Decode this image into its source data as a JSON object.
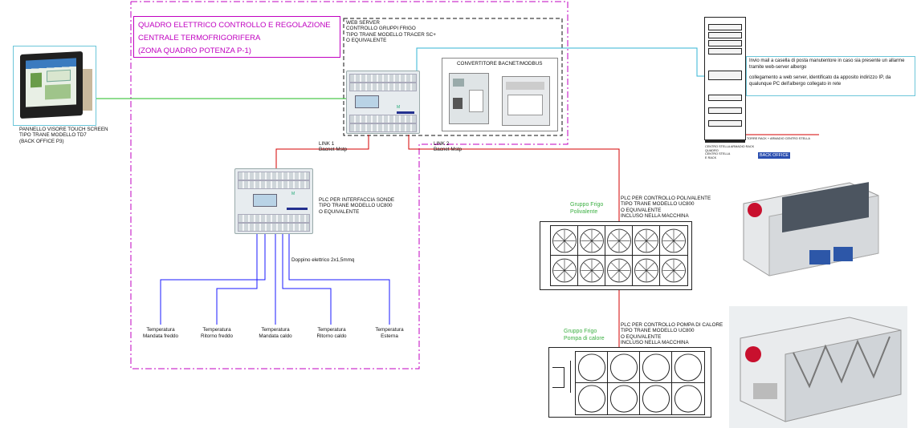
{
  "title_box": {
    "lines": [
      "QUADRO ELETTRICO CONTROLLO E REGOLAZIONE",
      "CENTRALE TERMOFRIGORIFERA",
      "(ZONA QUADRO POTENZA P-1)"
    ]
  },
  "touch_panel": {
    "caption": "PANNELLO VISORE TOUCH SCREEN\nTIPO TRANE MODELLO TD7\n(BACK OFFICE P3)"
  },
  "web_server": {
    "caption": "WEB SERVER\nCONTROLLO GRUPPI FRIGO\nTIPO TRANE MODELLO TRACER SC+\nO EQUIVALENTE"
  },
  "converter": {
    "caption": "CONVERTITORE BACNET/MODBUS"
  },
  "links": {
    "link1": "LINK 1\nBacnet Mstp",
    "link2": "LINK 2\nBacnet Mstp"
  },
  "plc_sonde": {
    "caption": "PLC PER INTERFACCIA SONDE\nTIPO TRANE MODELLO UC800\nO EQUIVALENTE",
    "doppino": "Doppino elettrico 2x1,5mmq"
  },
  "sensors": [
    "Temperatura\nMandata freddo",
    "Temperatura\nRitorno freddo",
    "Temperatura\nMandata caldo",
    "Temperatura\nRitorno caldo",
    "Temperatura\nEsterna"
  ],
  "rack": {
    "note_line1": "Invio mail a casella di posta manutentore in caso sia presente un allarme tramite web-server albergo",
    "note_line2": "collegamento a web server, identificato da apposito indirizzo IP, da qualunque PC dell'albergo collegato in rete",
    "label_small": "CENTRO STELLA ARMADIO RACK\nQUADRO\nCENTRO STELLA\nE RACK",
    "label_red": "TORRE RACK + ARMADIO CENTRO STELLA",
    "back_office": "BACK OFFICE"
  },
  "polivalente": {
    "label": "Gruppo Frigo\nPolivalente",
    "plc_caption": "PLC PER CONTROLLO POLIVALENTE\nTIPO TRANE MODELLO UC800\nO EQUIVALENTE\nINCLUSO NELLA MACCHINA"
  },
  "pompa": {
    "label": "Gruppo Frigo\nPompa di calore",
    "plc_caption": "PLC PER CONTROLLO POMPA DI CALORE\nTIPO TRANE MODELLO UC800\nO EQUIVALENTE\nINCLUSO NELLA MACCHINA"
  },
  "colors": {
    "magenta": "#c000c0",
    "red_link": "#d40000",
    "blue_wire": "#1a1aff",
    "green_link": "#22bb22",
    "cyan_link": "#33b5d5",
    "green_label": "#3cb043"
  }
}
